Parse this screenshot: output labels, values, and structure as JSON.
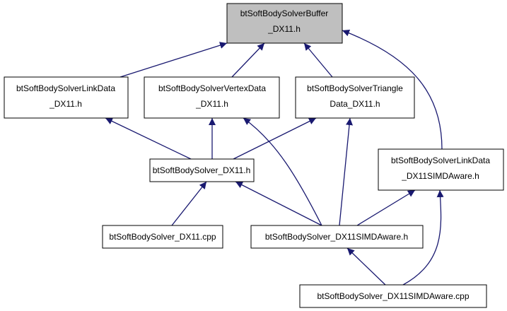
{
  "colors": {
    "edge": "#191970",
    "node_border": "#000000",
    "node_fill": "#ffffff",
    "highlight_fill": "#bfbfbf",
    "text": "#000000"
  },
  "nodes": {
    "buffer": {
      "lines": [
        "btSoftBodySolverBuffer",
        "_DX11.h"
      ],
      "highlighted": true
    },
    "linkdata": {
      "lines": [
        "btSoftBodySolverLinkData",
        "_DX11.h"
      ]
    },
    "vertexdata": {
      "lines": [
        "btSoftBodySolverVertexData",
        "_DX11.h"
      ]
    },
    "triangle": {
      "lines": [
        "btSoftBodySolverTriangle",
        "Data_DX11.h"
      ]
    },
    "linkdata_simd": {
      "lines": [
        "btSoftBodySolverLinkData",
        "_DX11SIMDAware.h"
      ]
    },
    "solver_h": {
      "lines": [
        "btSoftBodySolver_DX11.h"
      ]
    },
    "solver_cpp": {
      "lines": [
        "btSoftBodySolver_DX11.cpp"
      ]
    },
    "simd_h": {
      "lines": [
        "btSoftBodySolver_DX11SIMDAware.h"
      ]
    },
    "simd_cpp": {
      "lines": [
        "btSoftBodySolver_DX11SIMDAware.cpp"
      ]
    }
  },
  "edges": [
    {
      "from": "linkdata",
      "to": "buffer"
    },
    {
      "from": "vertexdata",
      "to": "buffer"
    },
    {
      "from": "triangle",
      "to": "buffer"
    },
    {
      "from": "linkdata_simd",
      "to": "buffer"
    },
    {
      "from": "solver_h",
      "to": "linkdata"
    },
    {
      "from": "solver_h",
      "to": "vertexdata"
    },
    {
      "from": "solver_h",
      "to": "triangle"
    },
    {
      "from": "solver_cpp",
      "to": "solver_h"
    },
    {
      "from": "simd_h",
      "to": "solver_h"
    },
    {
      "from": "simd_h",
      "to": "vertexdata"
    },
    {
      "from": "simd_h",
      "to": "triangle"
    },
    {
      "from": "simd_h",
      "to": "linkdata_simd"
    },
    {
      "from": "simd_cpp",
      "to": "simd_h"
    },
    {
      "from": "simd_cpp",
      "to": "linkdata_simd"
    }
  ]
}
